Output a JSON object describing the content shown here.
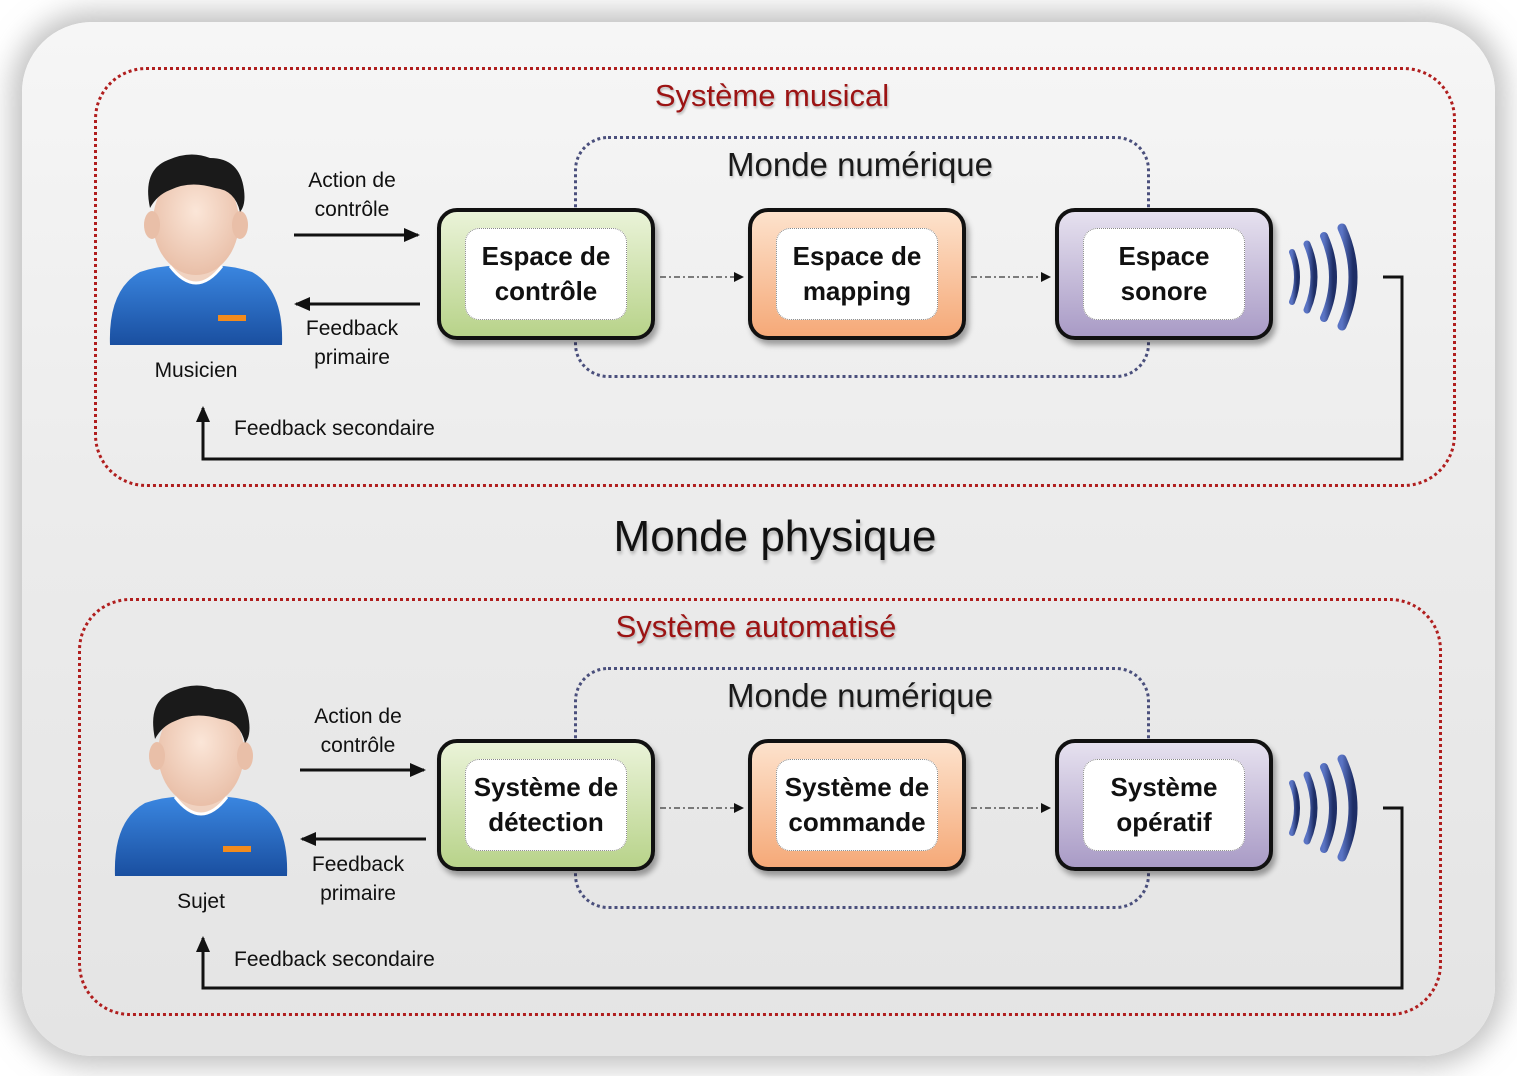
{
  "diagram": {
    "top": {
      "system_title": "Système musical",
      "digital_world": "Monde numérique",
      "person": "Musicien",
      "action_label": "Action de\ncontrôle",
      "feedback_primary": "Feedback\nprimaire",
      "feedback_secondary": "Feedback secondaire",
      "blocks": [
        {
          "label": "Espace de\ncontrôle",
          "color": "#b8d38a"
        },
        {
          "label": "Espace de\nmapping",
          "color": "#f5a978"
        },
        {
          "label": "Espace\nsonore",
          "color": "#a99bc6"
        }
      ]
    },
    "physical_world": "Monde physique",
    "bottom": {
      "system_title": "Système automatisé",
      "digital_world": "Monde numérique",
      "person": "Sujet",
      "action_label": "Action de\ncontrôle",
      "feedback_primary": "Feedback\nprimaire",
      "feedback_secondary": "Feedback secondaire",
      "blocks": [
        {
          "label": "Système de\ndétection",
          "color": "#b8d38a"
        },
        {
          "label": "Système de\ncommande",
          "color": "#f5a978"
        },
        {
          "label": "Système\nopératif",
          "color": "#a99bc6"
        }
      ]
    },
    "colors": {
      "system_frame": "#b01e1e",
      "system_title": "#9c1313",
      "digital_frame": "#4a4f7c",
      "person_shirt": "#1e5fb8",
      "sound_waves": "#2c3e7a"
    },
    "icons": [
      "person-icon",
      "sound-waves-icon"
    ]
  }
}
